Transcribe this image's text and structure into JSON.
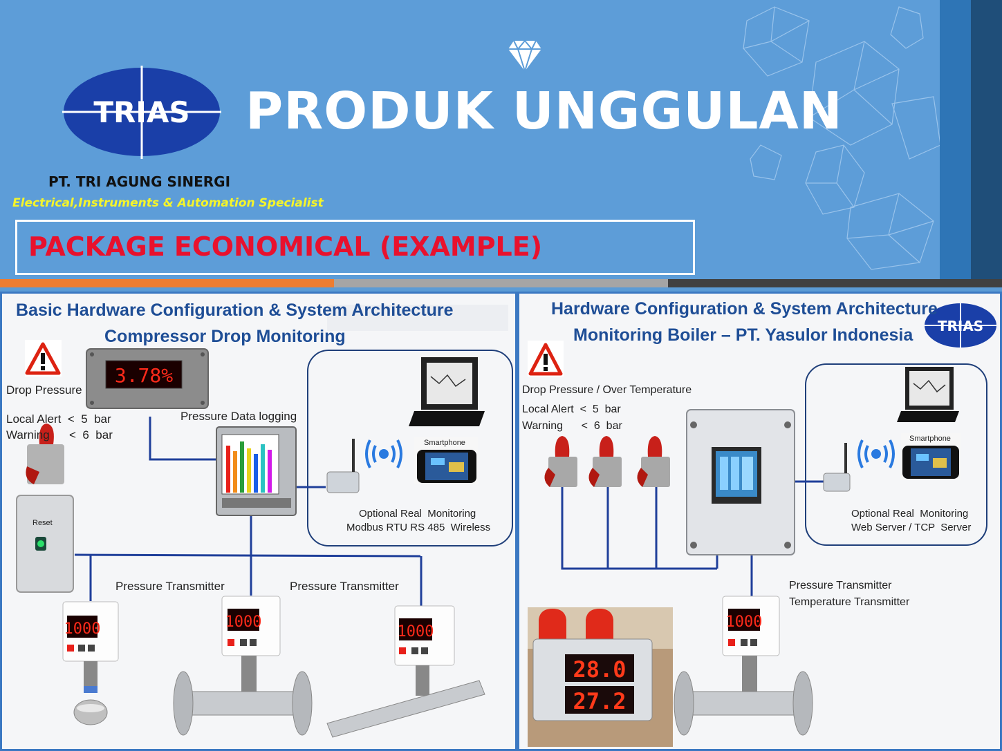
{
  "header": {
    "logo_text": "TRIAS",
    "title": "PRODUK UNGGULAN",
    "company": "PT. TRI AGUNG SINERGI",
    "tagline": "Electrical,Instruments & Automation Specialist",
    "package": "PACKAGE ECONOMICAL (EXAMPLE)"
  },
  "left": {
    "title_line1": "Basic Hardware Configuration & System Architecture",
    "title_line2": "Compressor  Drop Monitoring",
    "drop_pressure": "Drop Pressure",
    "local_alert": "Local Alert  <  5  bar",
    "warning": "Warning      <  6  bar",
    "display_value": "3.78%",
    "data_logging": "Pressure Data logging",
    "reset": "Reset",
    "smartphone": "Smartphone",
    "optional": "Optional Real  Monitoring",
    "modbus": "Modbus RTU RS 485  Wireless",
    "pt1": "Pressure Transmitter",
    "pt2": "Pressure Transmitter",
    "transmitter_value": "1000"
  },
  "right": {
    "title_line1": "Hardware Configuration & System Architecture",
    "title_line2": "Monitoring Boiler – PT. Yasulor Indonesia",
    "logo_text": "TRIAS",
    "drop_over": "Drop Pressure / Over Temperature",
    "local_alert": "Local Alert  <  5  bar",
    "warning": "Warning      <  6  bar",
    "smartphone": "Smartphone",
    "optional": "Optional Real  Monitoring",
    "webserver": "Web Server / TCP  Server",
    "pt": "Pressure Transmitter",
    "tt": "Temperature Transmitter",
    "display_top": "28.0",
    "display_bottom": "27.2",
    "transmitter_value": "1000"
  }
}
